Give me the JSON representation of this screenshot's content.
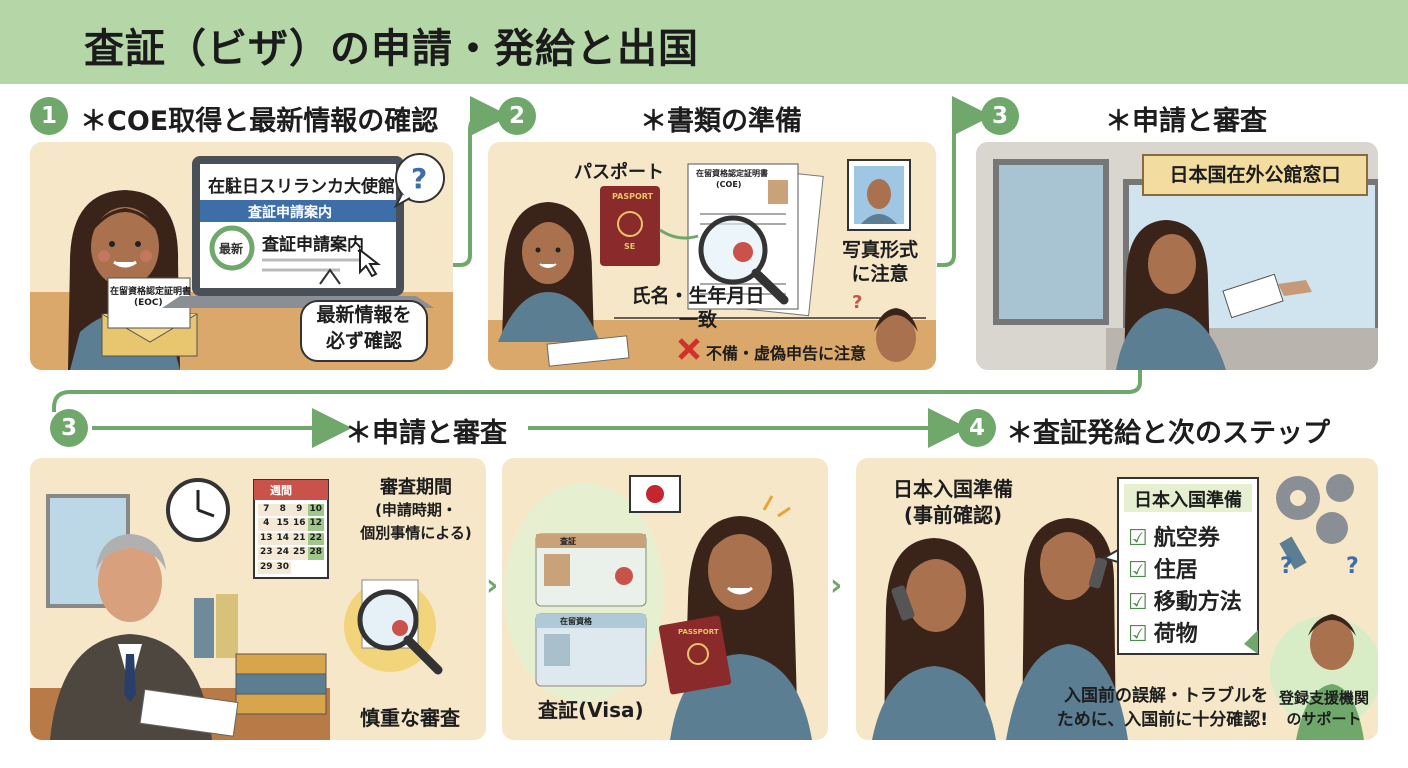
{
  "header": {
    "title": "査証（ビザ）の申請・発給と出国"
  },
  "steps": [
    {
      "num": "1",
      "title": "＊COE取得と最新情報の確認"
    },
    {
      "num": "2",
      "title": "＊書類の準備"
    },
    {
      "num": "3",
      "title": "＊申請と審査"
    },
    {
      "num": "3",
      "title": "＊申請と審査"
    },
    {
      "num": "4",
      "title": "＊査証発給と次のステップ"
    }
  ],
  "panel1": {
    "embassy": "在駐日スリランカ大使館",
    "guide_bar": "査証申請案内",
    "badge": "最新",
    "guide_title": "査証申請案内",
    "coe_card": "在留資格認定証明書",
    "coe_short": "(EOC)",
    "bubble_line1": "最新情報を",
    "bubble_line2": "必ず確認",
    "question": "?"
  },
  "panel2": {
    "passport_label": "パスポート",
    "passport_cover": "PASPORT",
    "passport_cover2": "SE",
    "doc_title": "在留資格認定証明書",
    "doc_sub": "(COE)",
    "photo_label1": "写真形式",
    "photo_label2": "に注意",
    "match_line1": "氏名・生年月日",
    "match_line2": "一致",
    "warning": "不備・虚偽申告に注意",
    "question": "?"
  },
  "panel3": {
    "window_sign": "日本国在外公館窓口"
  },
  "panel4": {
    "period_line1": "審査期間",
    "period_line2": "(申請時期・",
    "period_line3": "個別事情による)",
    "calendar_header": "週間",
    "calendar_days": [
      "7",
      "8",
      "9",
      "10",
      "4",
      "15",
      "16",
      "12",
      "13",
      "14",
      "21",
      "22",
      "23",
      "24",
      "25",
      "28",
      "29",
      "30"
    ],
    "careful": "慎重な審査"
  },
  "panel5": {
    "card1_title": "査証",
    "card2_title": "在留資格",
    "passport_cover": "PASSPORT",
    "label": "査証(Visa)"
  },
  "panel6": {
    "prep_line1": "日本入国準備",
    "prep_line2": "(事前確認)",
    "checklist_title": "日本入国準備",
    "checklist": [
      "航空券",
      "住居",
      "移動方法",
      "荷物"
    ],
    "note_line1": "入国前の誤解・トラブルを",
    "note_line2": "ために、入国前に十分確認!",
    "support_line1": "登録支援機関",
    "support_line2": "のサポート",
    "question": "?"
  },
  "colors": {
    "header_bg": "#b5d7a8",
    "accent_green": "#6fa86a",
    "panel_bg": "#f6e7c9"
  },
  "icons": [
    "refresh-icon",
    "cursor-icon",
    "magnifier-icon",
    "cross-icon",
    "clock-icon",
    "calendar-icon",
    "gear-icon",
    "checkbox-icon",
    "japan-flag-icon",
    "phone-icon"
  ]
}
